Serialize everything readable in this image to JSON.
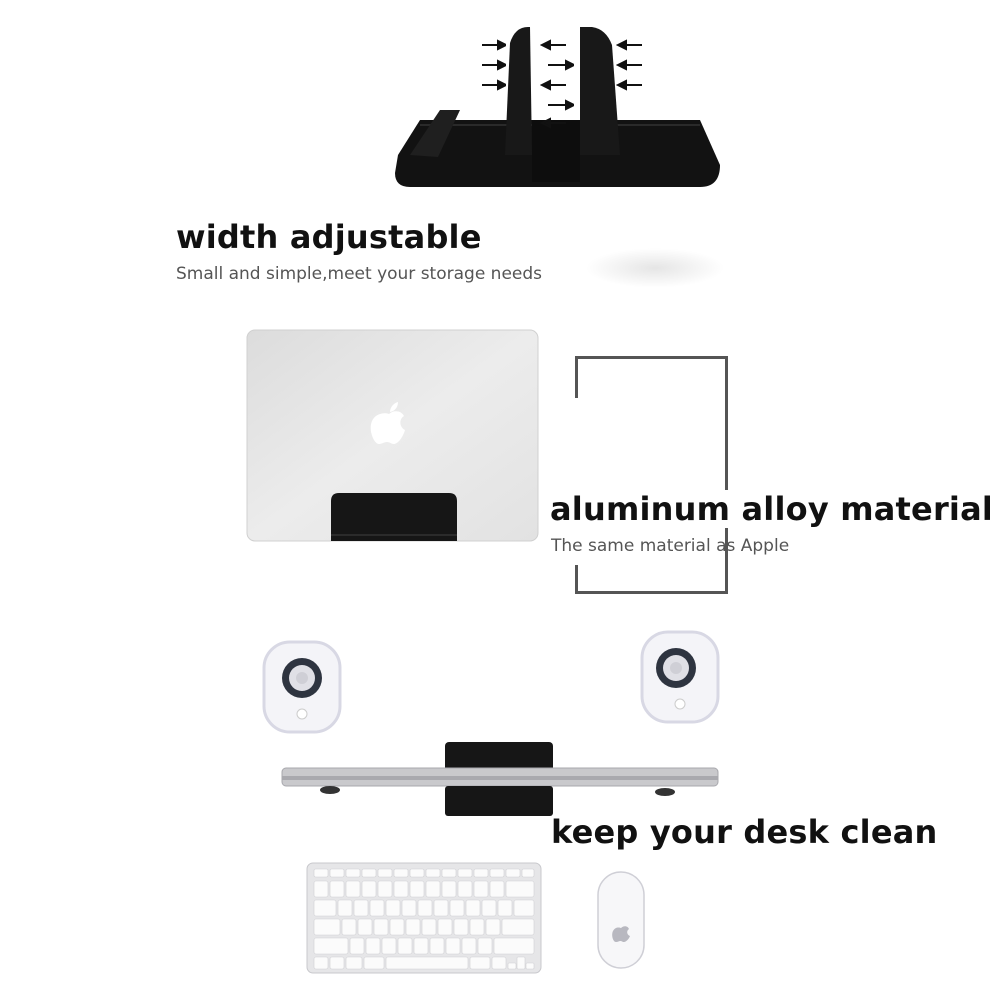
{
  "sections": [
    {
      "title": "width adjustable",
      "subtitle": "Small and simple,meet your storage needs"
    },
    {
      "title": "aluminum alloy material",
      "subtitle": "The same material as Apple"
    },
    {
      "title": "keep your desk clean"
    }
  ],
  "icons": [
    "arrow-icon",
    "apple-logo-icon"
  ],
  "colors": {
    "stand": "#111111",
    "laptop": "#e4e4e4",
    "frame": "#555555",
    "text": "#111111",
    "subtext": "#555555"
  }
}
